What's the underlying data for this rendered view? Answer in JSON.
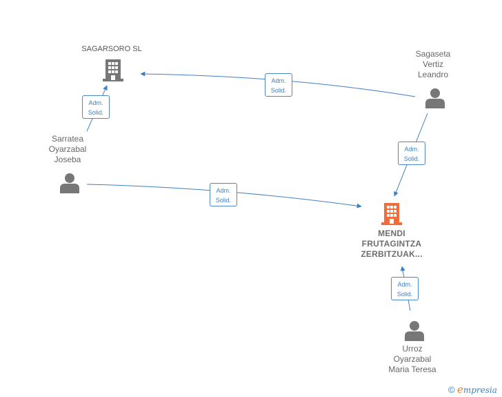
{
  "nodes": {
    "sagarsoro": {
      "name": "SAGARSORO SL",
      "kind": "company"
    },
    "mendi": {
      "name_lines": [
        "MENDI",
        "FRUTAGINTZA",
        "ZERBITZUAK..."
      ],
      "kind": "company-focus"
    },
    "sagaseta": {
      "name_lines": [
        "Sagaseta",
        "Vertiz",
        "Leandro"
      ],
      "kind": "person"
    },
    "sarratea": {
      "name_lines": [
        "Sarratea",
        "Oyarzabal",
        "Joseba"
      ],
      "kind": "person"
    },
    "urroz": {
      "name_lines": [
        "Urroz",
        "Oyarzabal",
        "Maria Teresa"
      ],
      "kind": "person"
    }
  },
  "edges": [
    {
      "from": "sagaseta",
      "to": "sagarsoro",
      "label_lines": [
        "Adm.",
        "Solid."
      ]
    },
    {
      "from": "sarratea",
      "to": "sagarsoro",
      "label_lines": [
        "Adm.",
        "Solid."
      ]
    },
    {
      "from": "sagaseta",
      "to": "mendi",
      "label_lines": [
        "Adm.",
        "Solid."
      ]
    },
    {
      "from": "sarratea",
      "to": "mendi",
      "label_lines": [
        "Adm.",
        "Solid."
      ]
    },
    {
      "from": "urroz",
      "to": "mendi",
      "label_lines": [
        "Adm.",
        "Solid."
      ]
    }
  ],
  "colors": {
    "edge": "#3f7fc4",
    "company": "#777777",
    "focus_company": "#f26b3a",
    "person": "#777777"
  },
  "icons": {
    "company": "building-icon",
    "person": "person-icon"
  },
  "brand": {
    "copyright": "©",
    "first_letter": "e",
    "rest": "mpresia"
  }
}
